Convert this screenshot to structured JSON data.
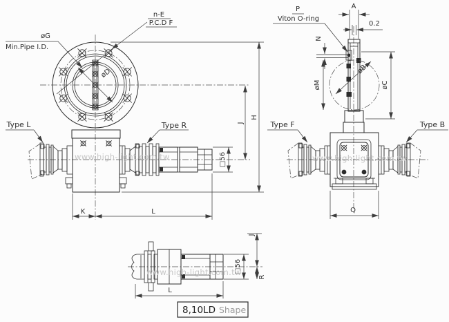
{
  "labels": {
    "flange": {
      "dia_g": "øG",
      "min_pipe": "Min.Pipe I.D.",
      "n_e": "n-E",
      "pcd_f": "P.C.D F",
      "dia_d": "øD"
    },
    "left_view": {
      "type_l": "Type L",
      "type_r": "Type R",
      "sq56": "□56",
      "k": "K",
      "l": "L",
      "j": "J",
      "h": "H"
    },
    "right_view": {
      "p": "P",
      "viton": "Viton O-ring",
      "a": "A",
      "gap": "0.2",
      "n": "N",
      "dia_m": "øM",
      "dia_b": "øB",
      "dia_c": "øC",
      "type_f": "Type F",
      "type_b": "Type B",
      "q": "Q"
    },
    "bottom_view": {
      "j": "J",
      "sq56": "□56",
      "r": "R",
      "l": "L",
      "shape_model": "8,10LD",
      "shape_suffix": "Shape"
    }
  },
  "watermark": {
    "text": "www.high-light.com.tw"
  },
  "colors": {
    "line": "#2c2c2c",
    "dimension": "#3d3d3d",
    "watermark": "#c6c6c6",
    "background": "#fcfcfc",
    "shape_suffix": "#9b9b9b"
  }
}
